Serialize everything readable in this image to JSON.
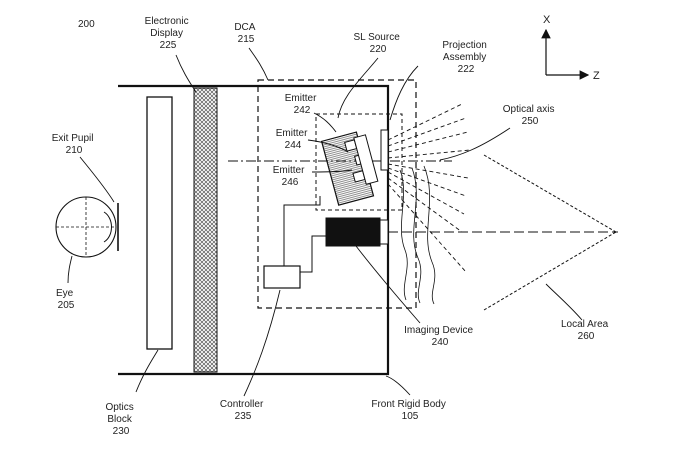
{
  "figure_number": "200",
  "axes": {
    "x_label": "X",
    "z_label": "Z"
  },
  "labels": {
    "electronic_display": {
      "line1": "Electronic",
      "line2": "Display",
      "ref": "225"
    },
    "dca": {
      "line1": "DCA",
      "ref": "215"
    },
    "sl_source": {
      "line1": "SL Source",
      "ref": "220"
    },
    "projection_assembly": {
      "line1": "Projection",
      "line2": "Assembly",
      "ref": "222"
    },
    "optical_axis": {
      "line1": "Optical axis",
      "ref": "250"
    },
    "exit_pupil": {
      "line1": "Exit Pupil",
      "ref": "210"
    },
    "emitter_242": {
      "line1": "Emitter",
      "ref": "242"
    },
    "emitter_244": {
      "line1": "Emitter",
      "ref": "244"
    },
    "emitter_246": {
      "line1": "Emitter",
      "ref": "246"
    },
    "eye": {
      "line1": "Eye",
      "ref": "205"
    },
    "imaging_device": {
      "line1": "Imaging Device",
      "ref": "240"
    },
    "local_area": {
      "line1": "Local Area",
      "ref": "260"
    },
    "optics_block": {
      "line1": "Optics",
      "line2": "Block",
      "ref": "230"
    },
    "controller": {
      "line1": "Controller",
      "ref": "235"
    },
    "front_rigid_body": {
      "line1": "Front Rigid Body",
      "ref": "105"
    }
  }
}
